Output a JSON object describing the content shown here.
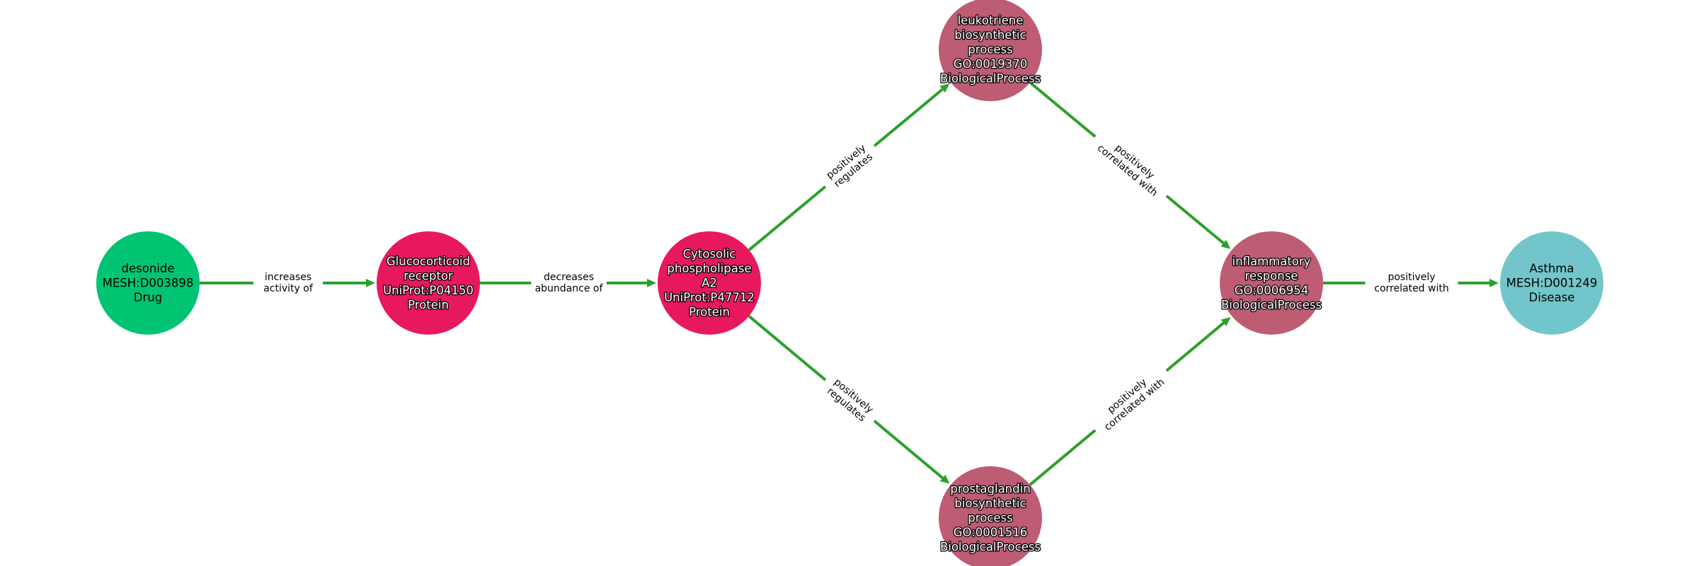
{
  "colors": {
    "edge": "#2ca02c",
    "drug": "#00c472",
    "protein": "#e8185e",
    "biological_process": "#bd5c73",
    "disease": "#72c6cb"
  },
  "nodes": [
    {
      "id": "desonide",
      "lines": [
        "desonide",
        "MESH:D003898",
        "Drug"
      ],
      "type": "drug"
    },
    {
      "id": "gr",
      "lines": [
        "Glucocorticoid",
        "receptor",
        "UniProt:P04150",
        "Protein"
      ],
      "type": "protein"
    },
    {
      "id": "cpla2",
      "lines": [
        "Cytosolic",
        "phospholipase",
        "A2",
        "UniProt:P47712",
        "Protein"
      ],
      "type": "protein"
    },
    {
      "id": "leuko",
      "lines": [
        "leukotriene",
        "biosynthetic",
        "process",
        "GO:0019370",
        "BiologicalProcess"
      ],
      "type": "biological_process"
    },
    {
      "id": "prosta",
      "lines": [
        "prostaglandin",
        "biosynthetic",
        "process",
        "GO:0001516",
        "BiologicalProcess"
      ],
      "type": "biological_process"
    },
    {
      "id": "inflam",
      "lines": [
        "inflammatory",
        "response",
        "GO:0006954",
        "BiologicalProcess"
      ],
      "type": "biological_process"
    },
    {
      "id": "asthma",
      "lines": [
        "Asthma",
        "MESH:D001249",
        "Disease"
      ],
      "type": "disease"
    }
  ],
  "edges": [
    {
      "source": "desonide",
      "target": "gr",
      "lines": [
        "increases",
        "activity of"
      ]
    },
    {
      "source": "gr",
      "target": "cpla2",
      "lines": [
        "decreases",
        "abundance of"
      ]
    },
    {
      "source": "cpla2",
      "target": "leuko",
      "lines": [
        "positively",
        "regulates"
      ]
    },
    {
      "source": "cpla2",
      "target": "prosta",
      "lines": [
        "positively",
        "regulates"
      ]
    },
    {
      "source": "leuko",
      "target": "inflam",
      "lines": [
        "positively",
        "correlated with"
      ]
    },
    {
      "source": "prosta",
      "target": "inflam",
      "lines": [
        "positively",
        "correlated with"
      ]
    },
    {
      "source": "inflam",
      "target": "asthma",
      "lines": [
        "positively",
        "correlated with"
      ]
    }
  ]
}
